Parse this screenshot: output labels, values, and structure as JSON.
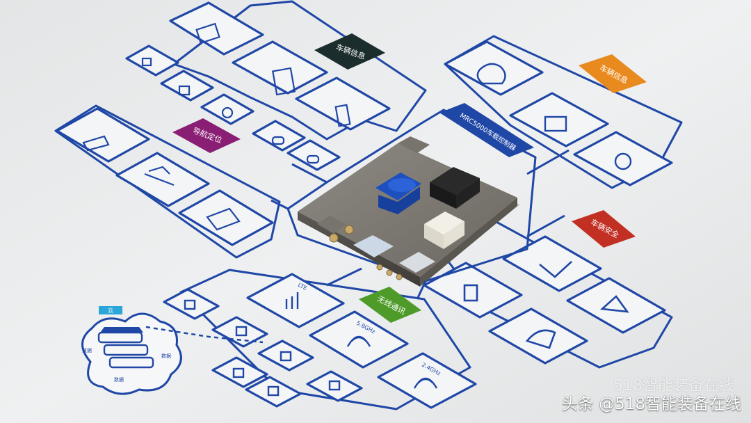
{
  "poster": {
    "product_label": "MRC5000车载控制器",
    "sections": {
      "top": "车辆信息",
      "left": "导航定位",
      "right_top": "车辆信息",
      "right_mid": "车辆安全",
      "bottom": "无线通讯"
    },
    "small_labels": {
      "cloud_tag": "云",
      "cloud_1": "数据",
      "cloud_2": "数据",
      "cloud_3": "数据",
      "lte": "LTE",
      "wifi": "5.8GHz",
      "wifi2": "2.4GHz"
    }
  },
  "watermark": {
    "faint": "518智能装备在线",
    "main": "头条 @518智能装备在线"
  },
  "colors": {
    "outline": "#1f47a6",
    "tag_dark": "#1b2d2d",
    "tag_orange": "#e98a1f",
    "tag_purple": "#8a1d74",
    "tag_red": "#c23024",
    "tag_green": "#4f9b2a",
    "tag_cyan": "#2aa7d8"
  }
}
